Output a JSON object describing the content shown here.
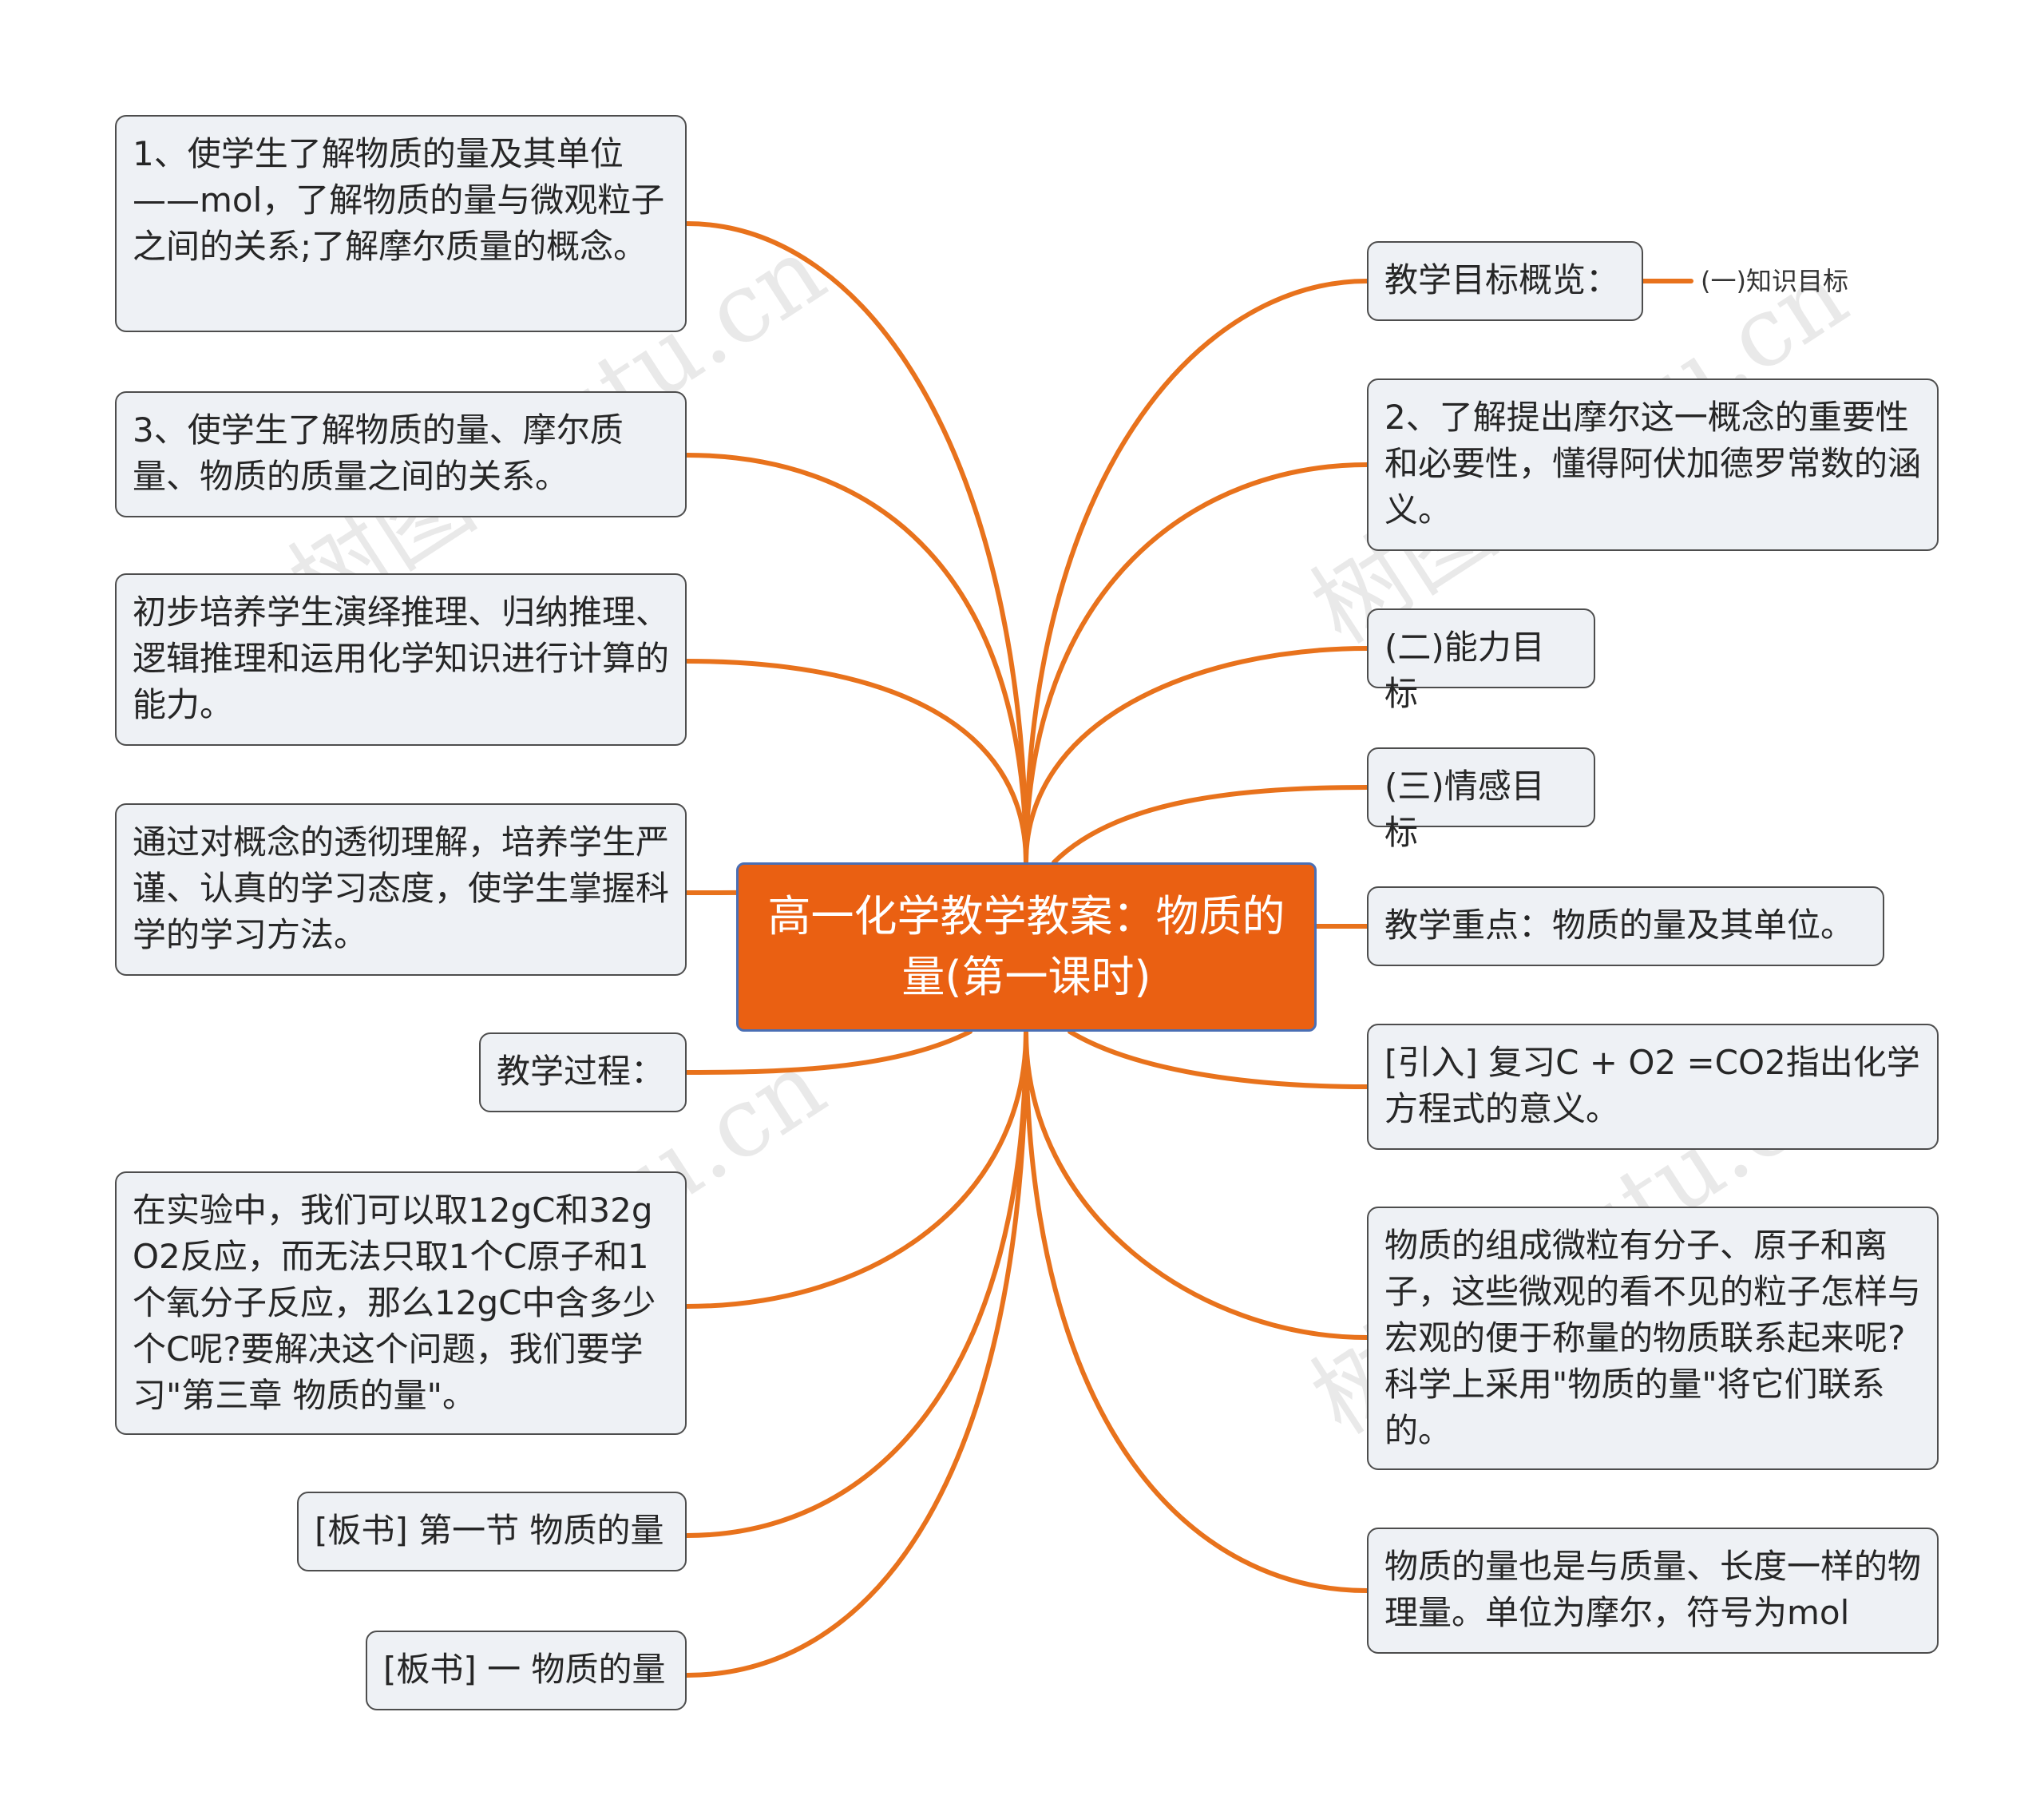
{
  "root": {
    "label": "高一化学教学教案：物质的量(第一课时)"
  },
  "left_nodes": [
    {
      "text": "1、使学生了解物质的量及其单位——mol，了解物质的量与微观粒子之间的关系;了解摩尔质量的概念。"
    },
    {
      "text": "3、使学生了解物质的量、摩尔质量、物质的质量之间的关系。"
    },
    {
      "text": "初步培养学生演绎推理、归纳推理、逻辑推理和运用化学知识进行计算的能力。"
    },
    {
      "text": "通过对概念的透彻理解，培养学生严谨、认真的学习态度，使学生掌握科学的学习方法。"
    },
    {
      "text": "教学过程："
    },
    {
      "text": "在实验中，我们可以取12gC和32gO2反应，而无法只取1个C原子和1个氧分子反应，那么12gC中含多少个C呢?要解决这个问题，我们要学习\"第三章 物质的量\"。"
    },
    {
      "text": "[板书] 第一节 物质的量"
    },
    {
      "text": "[板书] 一 物质的量"
    }
  ],
  "right_nodes": [
    {
      "text": "教学目标概览：",
      "child": "(一)知识目标"
    },
    {
      "text": "2、了解提出摩尔这一概念的重要性和必要性，懂得阿伏加德罗常数的涵义。"
    },
    {
      "text": "(二)能力目标"
    },
    {
      "text": "(三)情感目标"
    },
    {
      "text": "教学重点：物质的量及其单位。"
    },
    {
      "text": "[引入] 复习C + O2 =CO2指出化学方程式的意义。"
    },
    {
      "text": "物质的组成微粒有分子、原子和离子，这些微观的看不见的粒子怎样与宏观的便于称量的物质联系起来呢?科学上采用\"物质的量\"将它们联系的。"
    },
    {
      "text": "物质的量也是与质量、长度一样的物理量。单位为摩尔，符号为mol"
    }
  ],
  "watermark": "树图shutu.cn",
  "colors": {
    "branch": "#e8721c",
    "center_fill": "#ea6012",
    "center_border": "#4a6fb5",
    "node_fill": "#eef1f5",
    "node_border": "#4d4d4d"
  }
}
